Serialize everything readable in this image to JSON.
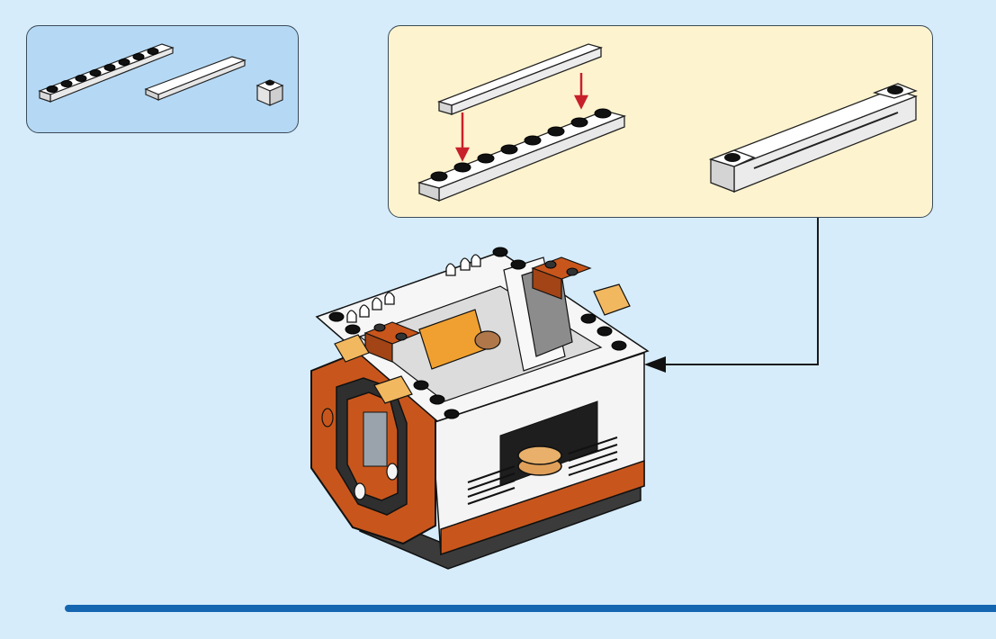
{
  "page": {
    "background_color": "#d6ecfa",
    "rule_color": "#1566b0"
  },
  "parts_panel": {
    "background_color": "#b5d9f5",
    "items": [
      {
        "name": "plate-1x8",
        "color": "#ffffff"
      },
      {
        "name": "tile-1x6",
        "color": "#ffffff"
      },
      {
        "name": "brick-1x1",
        "color": "#ffffff"
      }
    ]
  },
  "substep_panel": {
    "background_color": "#fdf3cf",
    "arrow_color": "#c8202a"
  },
  "model": {
    "colors": {
      "white": "#ffffff",
      "orange": "#c8561c",
      "dark_gray": "#3b3b3b",
      "light_gray": "#9a9a9a",
      "trans_orange": "#f2b860",
      "black": "#111111"
    }
  }
}
